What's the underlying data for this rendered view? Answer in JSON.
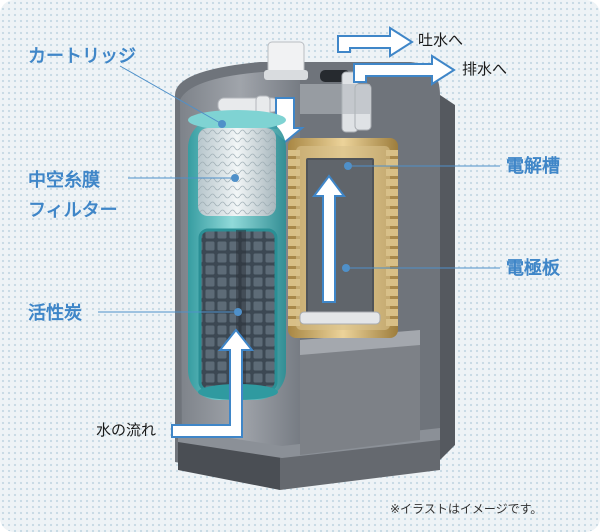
{
  "labels": {
    "cartridge": "カートリッジ",
    "hollow_fiber_line1": "中空糸膜",
    "hollow_fiber_line2": "フィルター",
    "activated_carbon": "活性炭",
    "water_flow": "水の流れ",
    "electrolytic_cell": "電解槽",
    "electrode_plate": "電極板",
    "outlet_water": "吐水へ",
    "outlet_drain": "排水へ"
  },
  "note": "※イラストはイメージです。",
  "colors": {
    "label_blue": "#3f86c8",
    "cartridge_teal": "#3fb8b8",
    "cell_gold": "#c9a55a"
  }
}
